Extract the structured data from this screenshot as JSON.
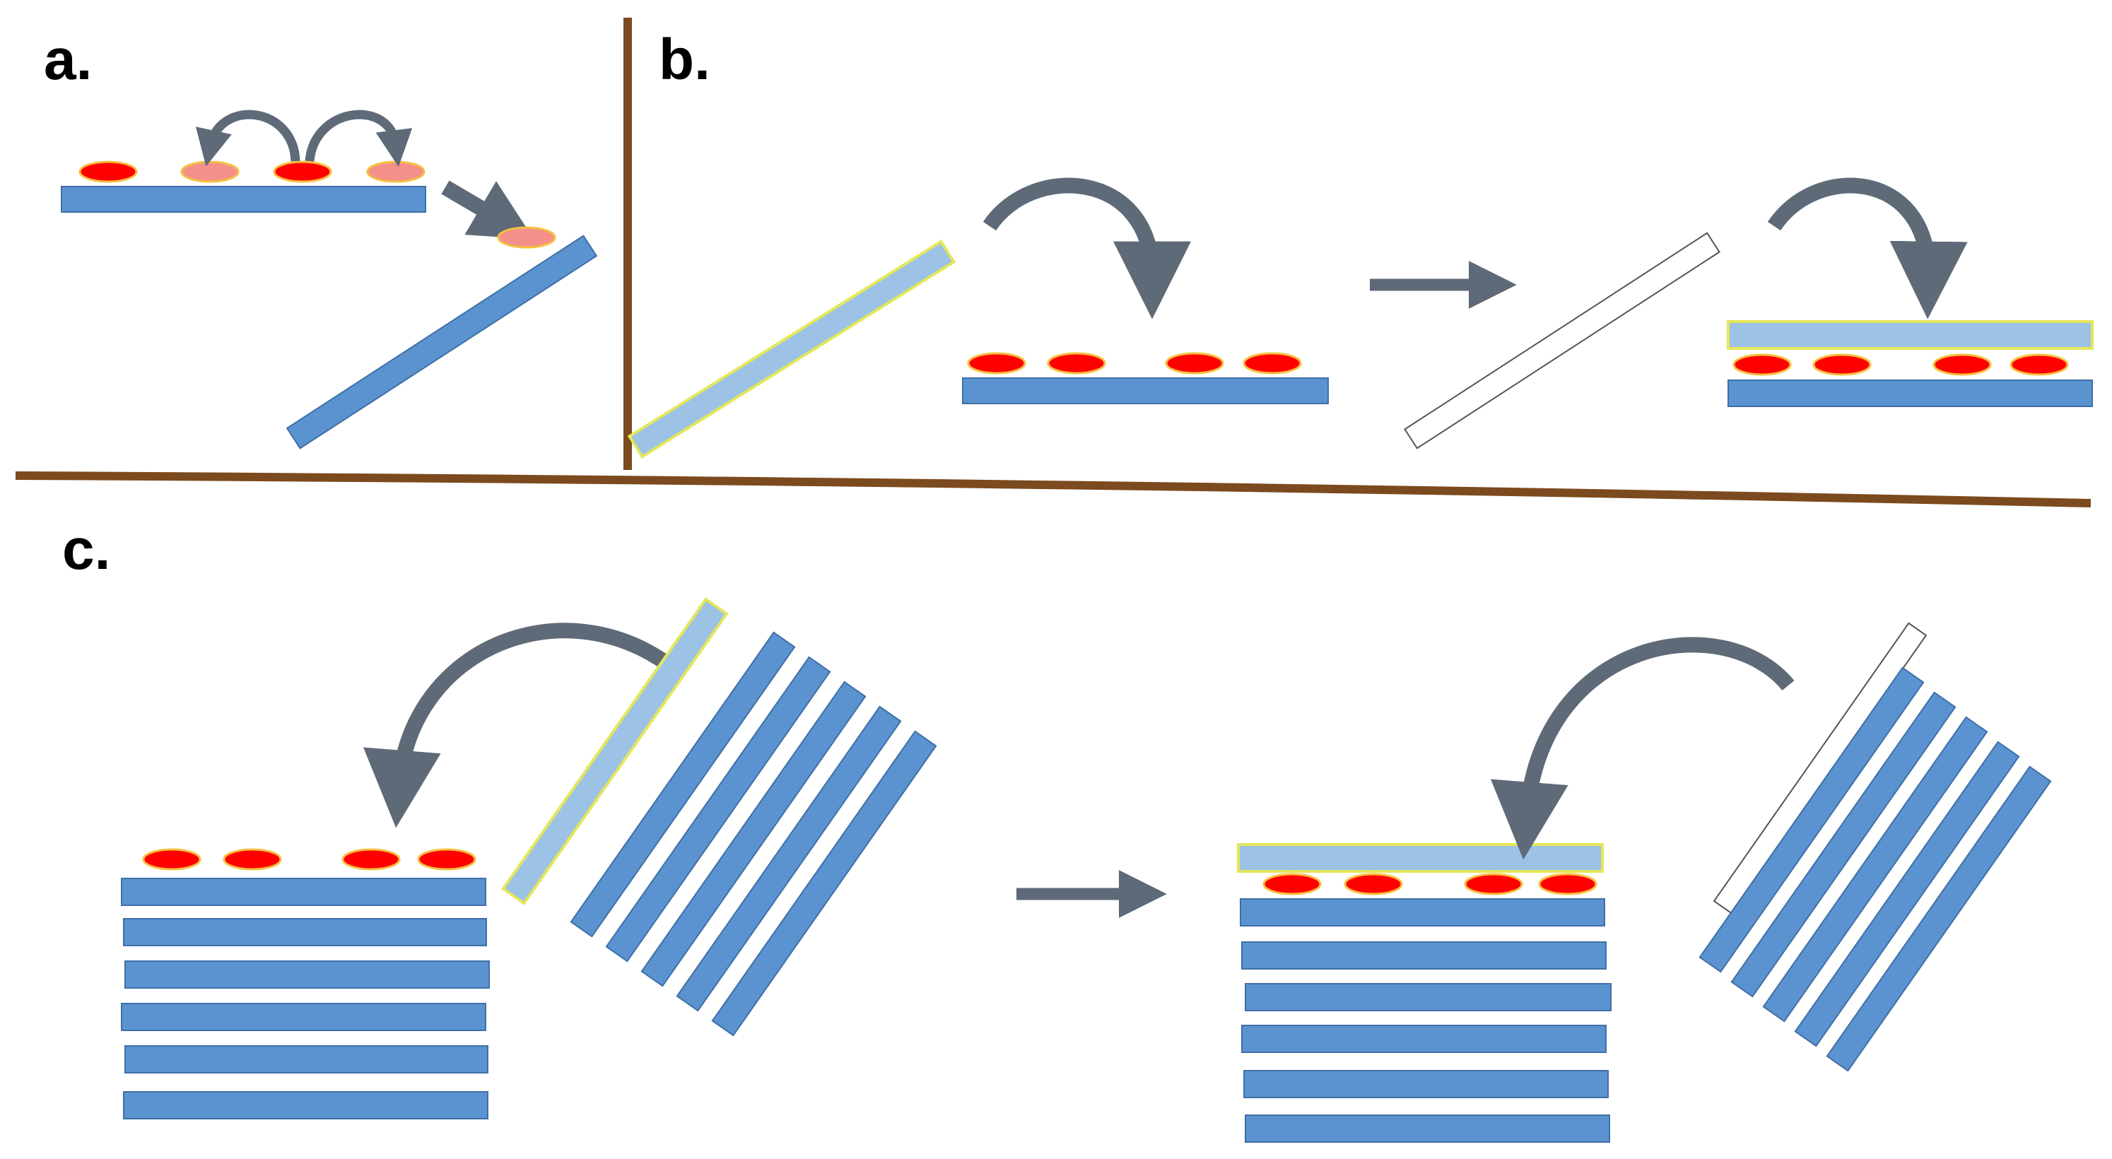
{
  "panels": {
    "a": {
      "label": "a."
    },
    "b": {
      "label": "b."
    },
    "c": {
      "label": "c."
    }
  },
  "colors": {
    "substrate": "#5b93d0",
    "substrate_edge": "#3f6fa6",
    "transfer_layer": "#9cc2e5",
    "transfer_edge": "#e6e65a",
    "particle": "#ff0000",
    "particle_edge": "#f5c040",
    "particle_faded": "#f4908a",
    "arrow": "#5f6a78",
    "divider": "#7b4a1e",
    "label": "#000000"
  }
}
